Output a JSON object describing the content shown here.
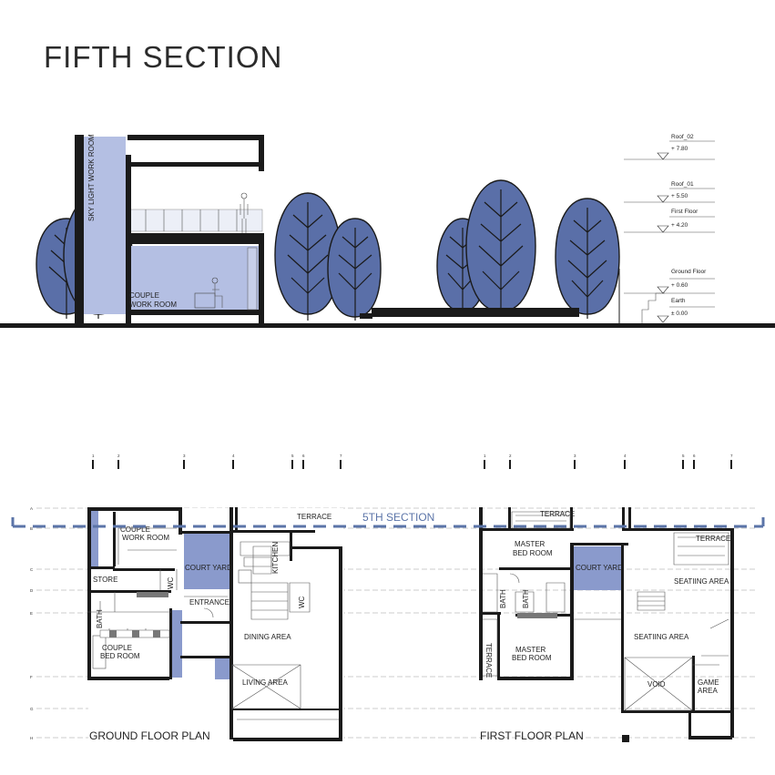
{
  "title": "FIFTH SECTION",
  "section_rooms": {
    "skylight": "SKY LIGHT WORK ROOM",
    "couple_line1": "COUPLE",
    "couple_line2": "WORK ROOM"
  },
  "levels": [
    {
      "name": "Roof_02",
      "value": "+ 7.80"
    },
    {
      "name": "Roof_01",
      "value": "+ 5.50"
    },
    {
      "name": "First Floor",
      "value": "+ 4.20"
    },
    {
      "name": "Ground Floor",
      "value": "+ 0.60"
    },
    {
      "name": "Earth",
      "value": "± 0.00"
    }
  ],
  "section_cut_label": "5TH SECTION",
  "col_axes": [
    "1",
    "2",
    "3",
    "4",
    "5",
    "6",
    "7"
  ],
  "row_axes": [
    "A",
    "B",
    "C",
    "D",
    "E",
    "F",
    "G",
    "H"
  ],
  "ground_floor": {
    "title": "GROUND FLOOR PLAN",
    "rooms": {
      "couple_work_1": "COUPLE",
      "couple_work_2": "WORK ROOM",
      "court_yard": "COURT YARD",
      "terrace": "TERRACE",
      "store": "STORE",
      "wc1": "WC",
      "kitchen": "KITCHEN",
      "entrance": "ENTRANCE",
      "wc2": "WC",
      "bath": "BATH",
      "couple_bed_1": "COUPLE",
      "couple_bed_2": "BED ROOM",
      "dining": "DINING AREA",
      "living": "LIVING AREA"
    }
  },
  "first_floor": {
    "title": "FIRST FLOOR PLAN",
    "rooms": {
      "terrace_top": "TERRACE",
      "terrace_right": "TERRACE",
      "master_bed_top_1": "MASTER",
      "master_bed_top_2": "BED ROOM",
      "court_yard": "COURT YARD",
      "seating_1": "SEATIING AREA",
      "bath1": "BATH",
      "bath2": "BATH",
      "seating_2": "SEATIING AREA",
      "terrace_left": "TERRACE",
      "master_bed_bot_1": "MASTER",
      "master_bed_bot_2": "BED ROOM",
      "void": "VOID",
      "game_1": "GAME",
      "game_2": "AREA"
    }
  },
  "colors": {
    "tree_fill": "#5a6fa8",
    "room_blue": "#8a9acc",
    "section_cut": "#5b74a8"
  }
}
